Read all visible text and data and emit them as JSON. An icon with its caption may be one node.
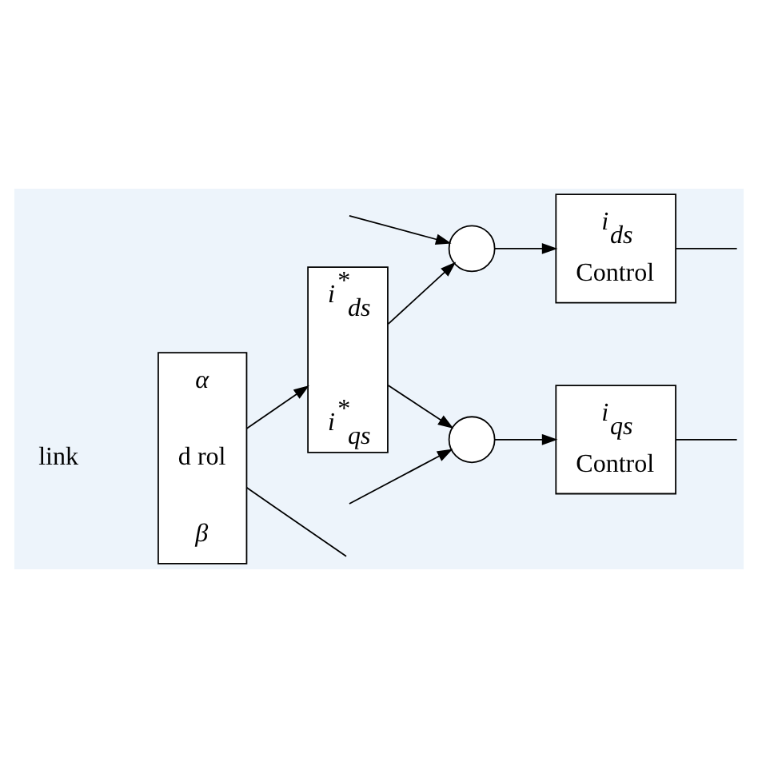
{
  "diagram": {
    "nodes": [
      {
        "text": [
          "α",
          "d rol",
          "β"
        ]
      },
      {
        "text": [
          "i$^{*}$$_{ds}$",
          "i$^{*}$$_{qs}$"
        ]
      },
      {
        "text": [],
        "shape": "circle"
      },
      {
        "text": [],
        "shape": "circle"
      },
      {
        "text": [
          "i$_{ds}$",
          "Control"
        ]
      },
      {
        "text": [
          "i$_{qs}$",
          "Control"
        ]
      }
    ],
    "edges": [
      {
        "from": 0,
        "to": 1,
        "arrow": "to"
      },
      {
        "from": 1,
        "to": 2,
        "arrow": "to"
      },
      {
        "from": 1,
        "to": 3,
        "arrow": "to"
      },
      {
        "from": 2,
        "to": 4,
        "arrow": "to"
      },
      {
        "from": 3,
        "to": 5,
        "arrow": "to"
      },
      {
        "from": null,
        "to": 2,
        "arrow": "to"
      },
      {
        "from": null,
        "to": 3,
        "arrow": "to"
      },
      {
        "from": 4,
        "to": null,
        "arrow": "none"
      },
      {
        "from": 5,
        "to": null,
        "arrow": "none"
      },
      {
        "from": 0,
        "to": null,
        "arrow": "none"
      }
    ],
    "labels": [
      "link"
    ]
  }
}
